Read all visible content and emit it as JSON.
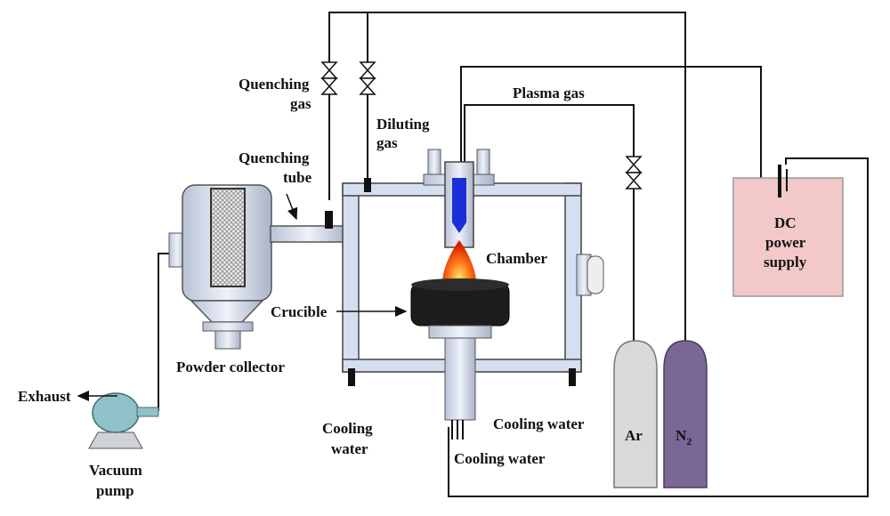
{
  "labels": {
    "quenching_gas": [
      "Quenching",
      "gas"
    ],
    "diluting_gas": [
      "Diluting",
      "gas"
    ],
    "plasma_gas": "Plasma gas",
    "quenching_tube": [
      "Quenching",
      "tube"
    ],
    "chamber": "Chamber",
    "crucible": "Crucible",
    "powder_collector": "Powder collector",
    "exhaust": "Exhaust",
    "vacuum_pump": [
      "Vacuum",
      "pump"
    ],
    "cooling_water_left": [
      "Cooling",
      "water"
    ],
    "cooling_water_center": "Cooling water",
    "cooling_water_right": "Cooling  water",
    "dc_power_supply": [
      "DC",
      "power",
      "supply"
    ],
    "ar": "Ar",
    "n2_main": "N",
    "n2_sub": "2"
  },
  "colors": {
    "frame": "#d6dff0",
    "dc_supply": "#f2c8c8",
    "ar_cylinder": "#d9d9d9",
    "n2_cylinder": "#7b6795",
    "pump": "#8fc2c8",
    "crucible": "#1c1c1c",
    "flame": "#ff5a1a",
    "torch_tip": "#1a2fd8"
  }
}
